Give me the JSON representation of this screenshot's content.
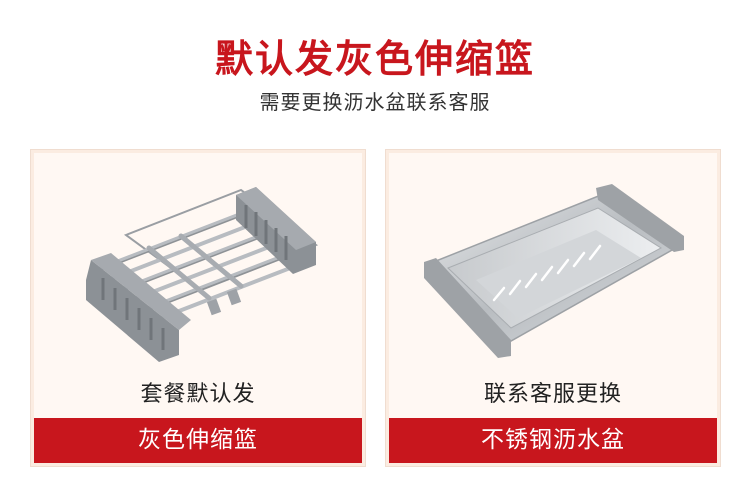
{
  "header": {
    "title": "默认发灰色伸缩篮",
    "subtitle": "需要更换沥水盆联系客服"
  },
  "cards": [
    {
      "label": "套餐默认发",
      "banner": "灰色伸缩篮",
      "image_icon": "gray-extendable-drain-basket-icon"
    },
    {
      "label": "联系客服更换",
      "banner": "不锈钢沥水盆",
      "image_icon": "stainless-steel-drain-tray-icon"
    }
  ],
  "colors": {
    "accent": "#c8161d",
    "card_bg": "#fff8f3",
    "text": "#222222"
  }
}
